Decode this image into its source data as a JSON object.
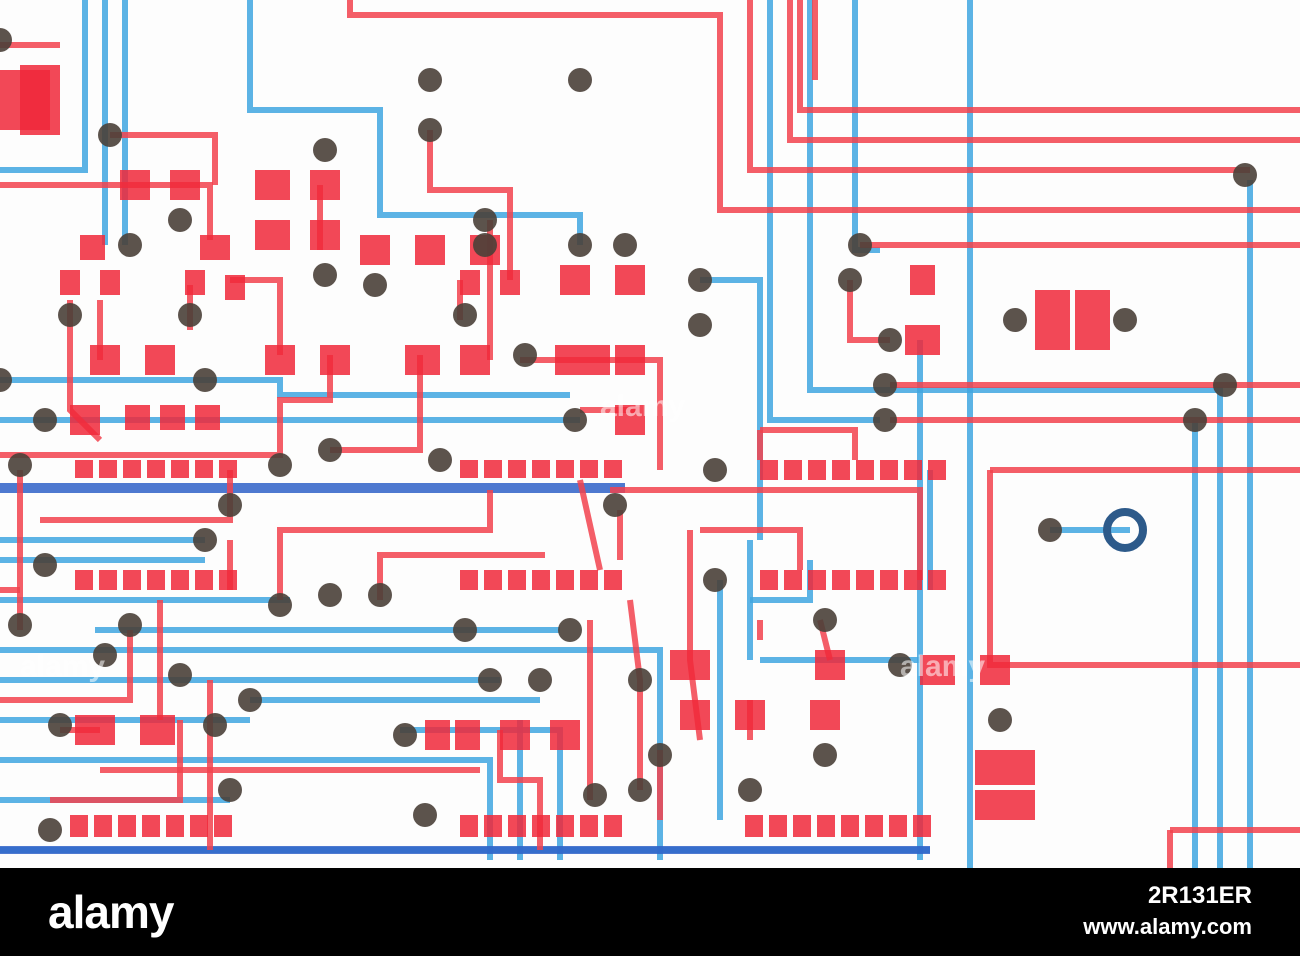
{
  "watermark": {
    "logo": "alamy",
    "image_id": "2R131ER",
    "url": "www.alamy.com",
    "ghost_text": "alamy"
  },
  "colors": {
    "red_trace": "#f2424d",
    "red_pad": "#f0283a",
    "blue_trace": "#3fa6e0",
    "blue_dark": "#2f62c8",
    "via": "#4a4038",
    "background": "#fdfdfd",
    "footer": "#000000"
  },
  "photo": {
    "subject": "circuit-board-layout-film"
  }
}
